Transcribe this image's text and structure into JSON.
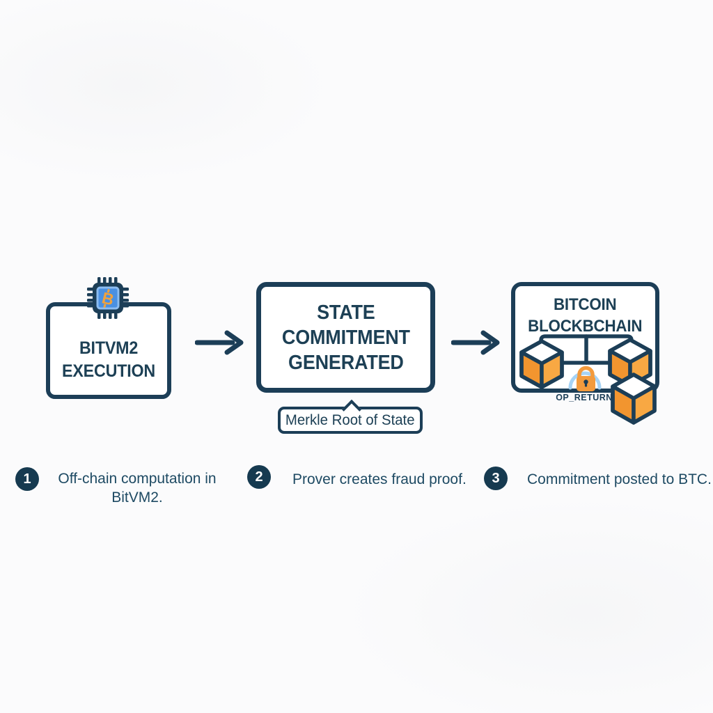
{
  "diagram": {
    "nodes": {
      "node1": {
        "lines": [
          "BITVM2",
          "EXECUTION"
        ],
        "icon": "bitcoin-chip-icon",
        "bitcoin_glyph": "B"
      },
      "node2": {
        "lines": [
          "STATE",
          "COMMITMENT",
          "GENERATED"
        ]
      },
      "node3": {
        "lines": [
          "BITCOIN",
          "BLOCKBCHAIN"
        ],
        "op_return_label": "OP_RETURN",
        "icons": [
          "cube-icon",
          "cube-icon",
          "cube-icon",
          "lock-icon"
        ]
      },
      "callout": {
        "text": "Merkle Root of State"
      }
    },
    "connectors": [
      "arrow-right-icon",
      "arrow-right-icon"
    ],
    "steps": [
      {
        "number": "1",
        "lines": [
          "Off-chain computation in",
          "BitVM2."
        ]
      },
      {
        "number": "2",
        "lines": [
          "Prover creates fraud proof."
        ]
      },
      {
        "number": "3",
        "lines": [
          "Commitment posted to BTC."
        ]
      }
    ],
    "colors": {
      "navy": "#1c3e57",
      "title_navy": "#1d4055",
      "step_navy": "#1e4a63",
      "badge_navy": "#163a50",
      "orange": "#f39b3d",
      "orange_dark": "#f2952f",
      "orange_light": "#f8a843",
      "chip_blue": "#4a90e2",
      "chip_blue_border": "#8cbcf0",
      "light_blue_arc": "#a6d3f5",
      "background": "#fbfbfc"
    }
  }
}
